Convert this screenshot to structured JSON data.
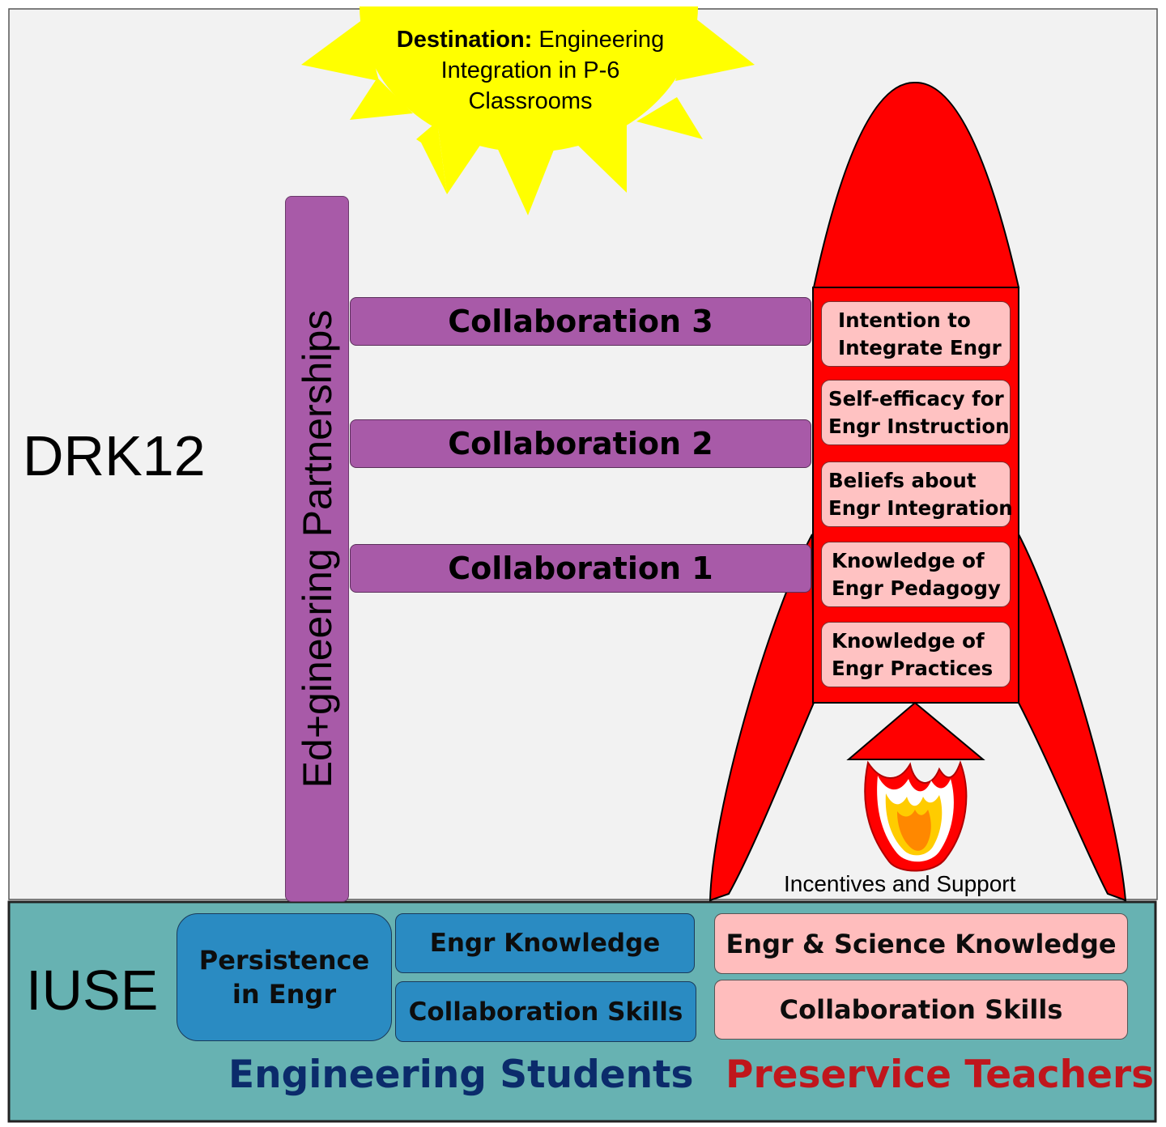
{
  "sun": {
    "destination_label": "Destination:",
    "destination_text": "Engineering",
    "line2": "Integration in P-6",
    "line3": "Classrooms"
  },
  "drk12_label": "DRK12",
  "iuse_label": "IUSE",
  "pillar_label": "Ed+gineering Partnerships",
  "collaborations": [
    "Collaboration 3",
    "Collaboration 2",
    "Collaboration 1"
  ],
  "rocket": {
    "boxes": [
      [
        "Intention to",
        "Integrate Engr"
      ],
      [
        "Self-efficacy for",
        "Engr Instruction"
      ],
      [
        "Beliefs about",
        "Engr Integration"
      ],
      [
        "Knowledge of",
        "Engr Pedagogy"
      ],
      [
        "Knowledge of",
        "Engr Practices"
      ]
    ],
    "incentives_label": "Incentives and Support"
  },
  "students": {
    "persistence": [
      "Persistence",
      "in Engr"
    ],
    "engr_knowledge": "Engr Knowledge",
    "collaboration_skills": "Collaboration Skills",
    "group_label": "Engineering Students"
  },
  "teachers": {
    "engr_science_knowledge": "Engr & Science Knowledge",
    "collaboration_skills": "Collaboration Skills",
    "group_label": "Preservice Teachers"
  },
  "colors": {
    "sun": "#ffff00",
    "rocket": "#ff0000",
    "pillar": "#a85aa8",
    "iuse_band": "#67b2b2",
    "student_box": "#2a8bc2",
    "teacher_box": "#ffbdbd",
    "students_text": "#0b2b6b",
    "teachers_text": "#c0161c"
  }
}
